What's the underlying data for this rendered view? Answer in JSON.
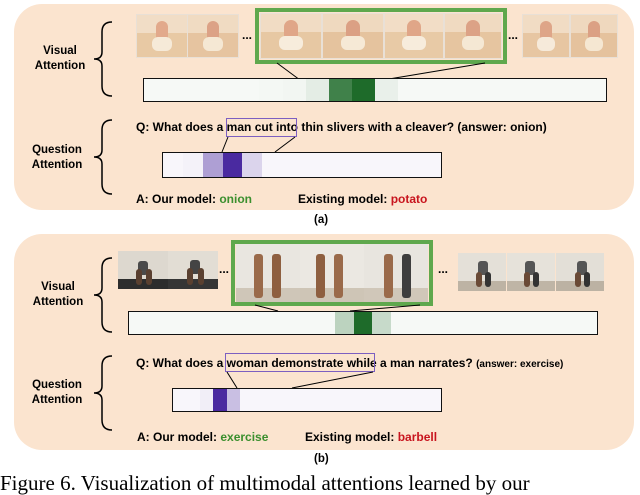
{
  "figure_a": {
    "visual_label": "Visual\nAttention",
    "question_label": "Question\nAttention",
    "question_prefix": "Q: What does ",
    "question_highlight": "a man cut",
    "question_suffix": " into thin slivers with a cleaver? (answer: onion)",
    "answer_prefix": "A: Our model: ",
    "our_answer": "onion",
    "existing_prefix": "Existing model: ",
    "existing_answer": "potato",
    "panel_tag": "(a)",
    "ellipsis": "...",
    "visual_attention": [
      0.02,
      0.03,
      0.03,
      0.04,
      0.04,
      0.05,
      0.06,
      0.12,
      0.85,
      1.0,
      0.1,
      0.03,
      0.02,
      0.02,
      0.02,
      0.02,
      0.02,
      0.02,
      0.02,
      0.02
    ],
    "question_attention": [
      0.02,
      0.06,
      0.45,
      1.0,
      0.2,
      0.04,
      0.02,
      0.02,
      0.02,
      0.02,
      0.02,
      0.02,
      0.02,
      0.02
    ]
  },
  "figure_b": {
    "visual_label": "Visual\nAttention",
    "question_label": "Question\nAttention",
    "question_prefix": "Q: What does ",
    "question_highlight": "a woman demonstrate",
    "question_suffix": " while a man narrates? ",
    "question_answer_hint": "(answer: exercise)",
    "answer_prefix": "A: Our model: ",
    "our_answer": "exercise",
    "existing_prefix": "Existing model: ",
    "existing_answer": "barbell",
    "panel_tag": "(b)",
    "ellipsis": "...",
    "visual_attention": [
      0.02,
      0.02,
      0.02,
      0.02,
      0.02,
      0.02,
      0.02,
      0.02,
      0.02,
      0.02,
      0.02,
      0.3,
      1.0,
      0.25,
      0.02,
      0.02,
      0.02,
      0.02,
      0.02,
      0.02,
      0.02,
      0.02,
      0.02,
      0.02,
      0.02
    ],
    "question_attention": [
      0.02,
      0.02,
      0.08,
      1.0,
      0.3,
      0.02,
      0.02,
      0.02,
      0.02,
      0.02,
      0.02,
      0.02,
      0.02,
      0.02,
      0.02,
      0.02,
      0.02,
      0.02,
      0.02,
      0.02
    ]
  },
  "caption": "Figure 6. Visualization of multimodal attentions learned by our",
  "colors": {
    "green_attention": "#1e6b2a",
    "purple_attention": "#4a2aa0",
    "highlight_green": "#5fa84d",
    "highlight_purple": "#7c5fc1",
    "answer_good": "#3b8f2e",
    "answer_bad": "#c8141e"
  }
}
